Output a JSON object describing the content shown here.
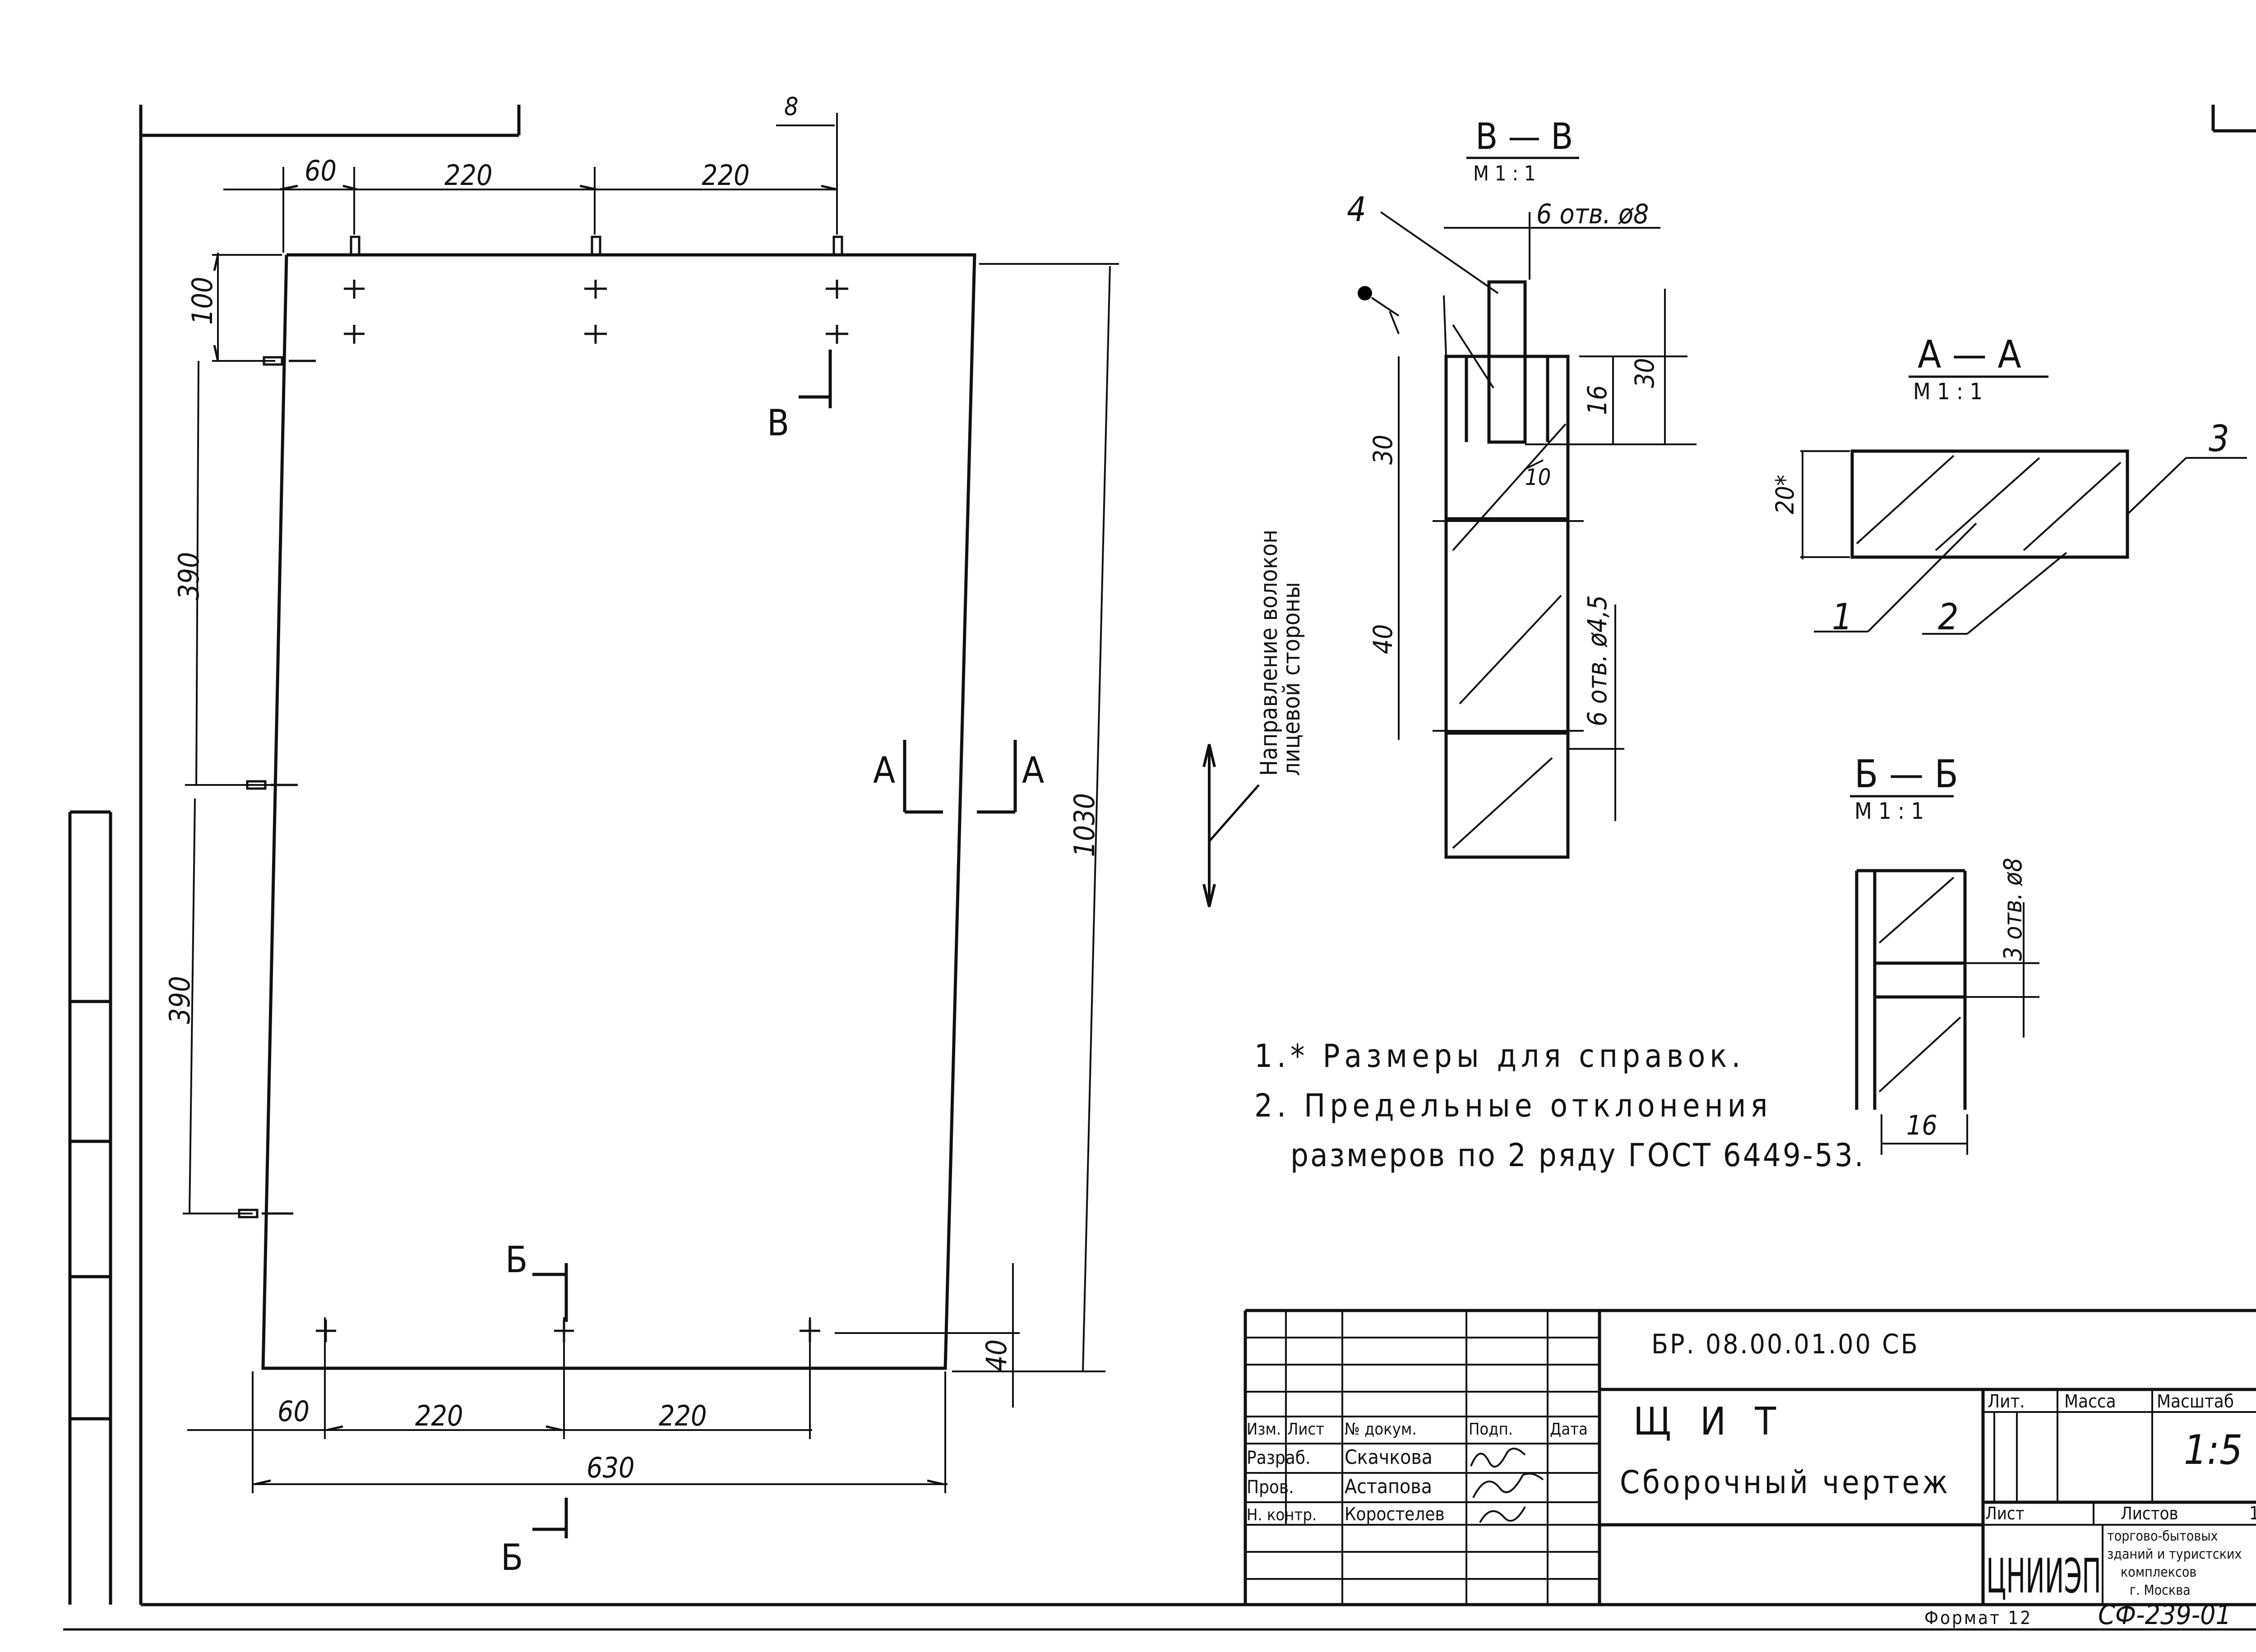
{
  "front_view": {
    "dims_top": [
      "60",
      "220",
      "220"
    ],
    "dims_bottom": [
      "60",
      "220",
      "220"
    ],
    "dim_width": "630",
    "dims_left": [
      "100",
      "390",
      "390"
    ],
    "dim_height": "1030",
    "dim_bottom_edge": "40",
    "top_partial_label": "8",
    "section_marks": {
      "a": "А",
      "b": "Б",
      "v": "В"
    }
  },
  "grain_note": {
    "line1": "Направление волокон",
    "line2": "лицевой стороны"
  },
  "section_vv": {
    "title": "В — В",
    "scale": "М 1 : 1",
    "holes": "6 отв. ø8",
    "holes2": "6 отв. ø4,5",
    "dims": [
      "30",
      "16",
      "30",
      "40"
    ],
    "dim_small": "10",
    "callout": "4"
  },
  "section_aa": {
    "title": "А — А",
    "scale": "М 1 : 1",
    "dim": "20*",
    "callouts": [
      "1",
      "2",
      "3"
    ]
  },
  "section_bb": {
    "title": "Б — Б",
    "scale": "М 1 : 1",
    "holes": "3 отв. ø8",
    "dim": "16"
  },
  "notes": [
    "1.* Размеры для справок.",
    "2. Предельные отклонения",
    "размеров по 2 ряду ГОСТ 6449-53."
  ],
  "title_block": {
    "doc_code": "БР. 08.00.01.00 СБ",
    "title": "Щ И Т",
    "subtitle": "Сборочный чертеж",
    "headers": [
      "Изм.",
      "Лист",
      "№ докум.",
      "Подп.",
      "Дата"
    ],
    "roles": [
      "Разраб.",
      "Пров.",
      "Н. контр."
    ],
    "names": [
      "Скачкова",
      "Астапова",
      "Коростелев"
    ],
    "lit_label": "Лит.",
    "mass_label": "Масса",
    "scale_label": "Масштаб",
    "scale_value": "1:5",
    "sheet_label": "Лист",
    "sheets_label": "Листов",
    "sheets_value": "1",
    "org_logo": "ЦНИИЭП",
    "org_lines": [
      "торгово-бытовых",
      "зданий и туристских",
      "комплексов",
      "г. Москва"
    ],
    "format": "Формат 12",
    "sheet_code": "СФ-239-01"
  }
}
